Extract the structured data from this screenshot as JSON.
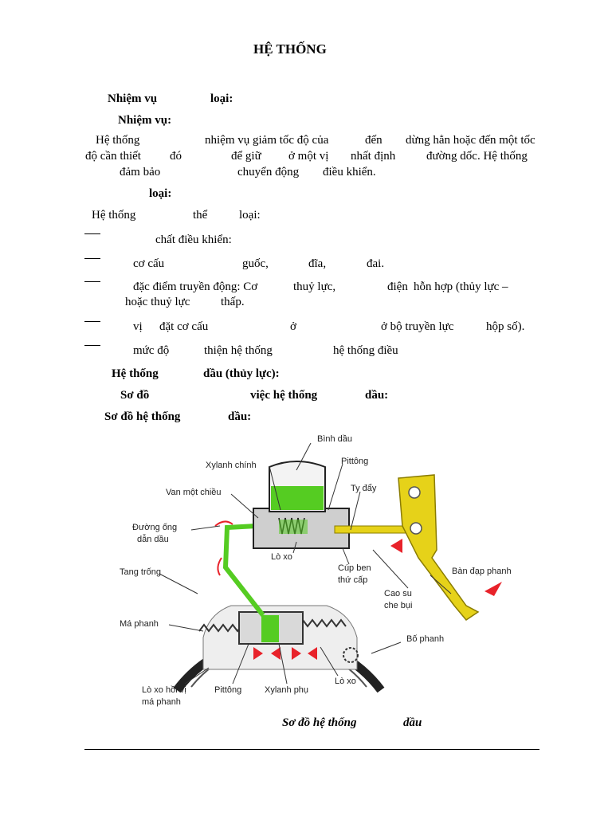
{
  "title": "HỆ THỐNG",
  "headings": {
    "h1a": "Nhiệm vụ",
    "h1b": "loại:",
    "h2": "Nhiệm vụ:",
    "h3": "loại:",
    "h4a": "Hệ thống",
    "h4b": "dầu (thủy lực):",
    "h5a": "Sơ đồ",
    "h5b": "việc hệ thống",
    "h5c": "dầu:",
    "h6a": "Sơ đồ hệ thống",
    "h6b": "dầu:"
  },
  "para1": {
    "l1": [
      "Hệ thống",
      "nhiệm vụ giảm tốc độ của",
      "đến",
      "dừng hẳn hoặc đến một tốc"
    ],
    "l2": [
      "độ cần thiết",
      "đó",
      "để giữ",
      "ở một vị",
      "nhất định",
      "đường dốc. Hệ thống"
    ],
    "l3": [
      "đảm bảo",
      "chuyển động",
      "điều khiển."
    ]
  },
  "intro": [
    "Hệ thống",
    "thể",
    "loại:"
  ],
  "bullets": {
    "b1": [
      "chất điều khiển:"
    ],
    "b2": [
      "cơ cấu",
      "guốc,",
      "đĩa,",
      "đai."
    ],
    "b3": [
      "đặc điểm truyền động: Cơ",
      "thuỷ lực,",
      "điện",
      "hỗn hợp (thủy lực –"
    ],
    "b3b": [
      "hoặc thuỷ lực",
      "thấp."
    ],
    "b4": [
      "vị",
      "đặt cơ cấu",
      "ở",
      "ở bộ truyền lực",
      "hộp số)."
    ],
    "b5": [
      "mức độ",
      "thiện hệ thống",
      "hệ thống điều"
    ]
  },
  "diagram": {
    "labels": {
      "binh_dau": "Bình dầu",
      "xylanh_chinh": "Xylanh chính",
      "pittong_top": "Pittông",
      "van_mot_chieu": "Van một chiều",
      "ty_day": "Ty đẩy",
      "duong_ong": "Đường ống",
      "dan_dau": "dẫn dầu",
      "lo_xo_top": "Lò xo",
      "tang_trong": "Tang trống",
      "cup_ben": "Cúp ben",
      "thu_cap": "thứ cấp",
      "ban_dap_phanh": "Bàn đạp phanh",
      "cao_su": "Cao su",
      "che_bui": "che bụi",
      "ma_phanh": "Má phanh",
      "bo_phanh": "Bố phanh",
      "lo_xo_hoi_vi": "Lò xo hồi vị",
      "ma_phanh2": "má phanh",
      "pittong_bottom": "Pittông",
      "xylanh_phu": "Xylanh phụ",
      "lo_xo_bottom": "Lò xo"
    },
    "caption_a": "Sơ đồ hệ thống",
    "caption_b": "dầu",
    "colors": {
      "oil": "#55cc22",
      "pedal": "#e6d219",
      "arrow": "#e8222a"
    }
  }
}
